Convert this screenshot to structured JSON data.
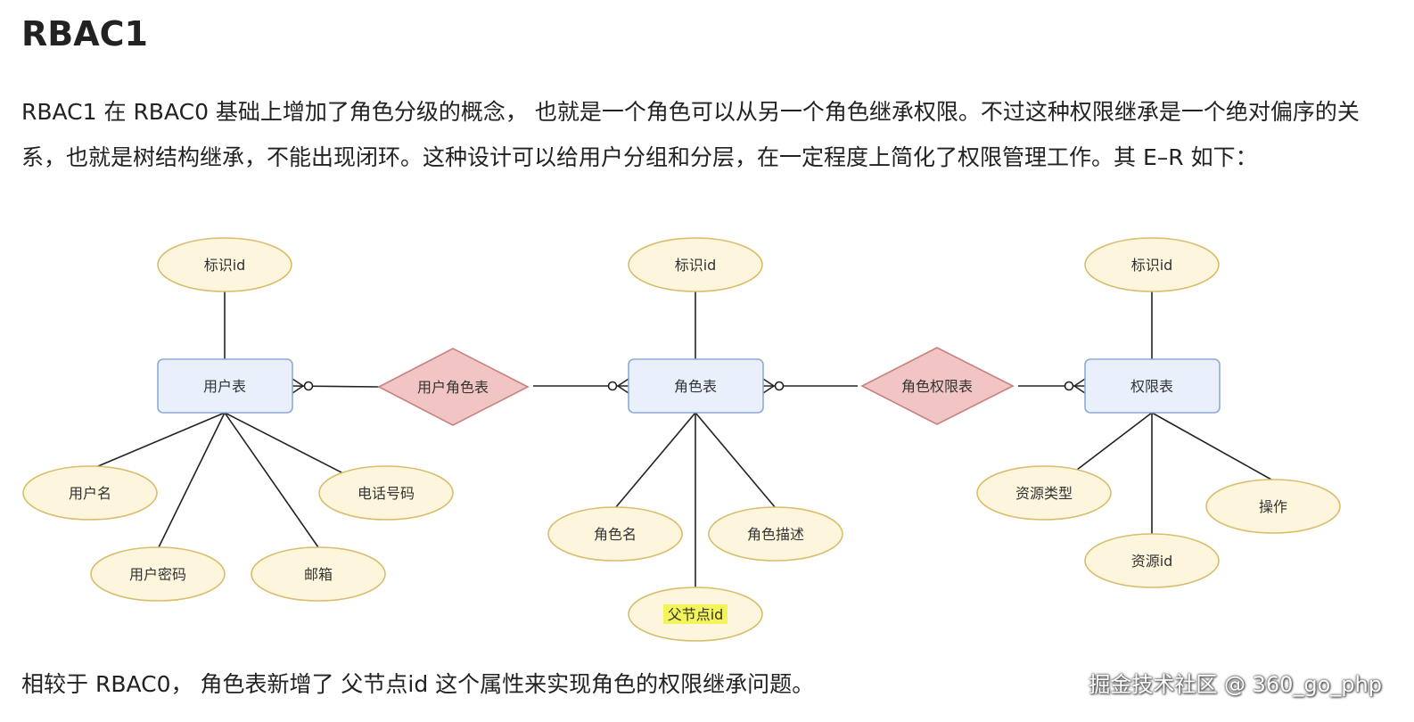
{
  "heading": "RBAC1",
  "intro": "RBAC1 在 RBAC0 基础上增加了角色分级的概念，  也就是一个角色可以从另一个角色继承权限。不过这种权限继承是一个绝对偏序的关系，也就是树结构继承，不能出现闭环。这种设计可以给用户分组和分层，在一定程度上简化了权限管理工作。其 E–R 如下：",
  "conclusion": "相较于 RBAC0， 角色表新增了 父节点id 这个属性来实现角色的权限继承问题。",
  "watermark": "掘金技术社区 @ 360_go_php",
  "colors": {
    "entity_fill": "#e9f0fc",
    "entity_stroke": "#8ea9d6",
    "relationship_fill": "#f2c5c5",
    "relationship_stroke": "#c88080",
    "attribute_fill": "#fdf6dd",
    "attribute_stroke": "#d8bd6c",
    "highlight": "#f3f35a",
    "line": "#222222"
  },
  "diagram": {
    "user": {
      "entity": "用户表",
      "id": "标识id",
      "name": "用户名",
      "password": "用户密码",
      "email": "邮箱",
      "phone": "电话号码"
    },
    "user_role": "用户角色表",
    "role": {
      "entity": "角色表",
      "id": "标识id",
      "name": "角色名",
      "description": "角色描述",
      "parent_id": "父节点id"
    },
    "role_permission": "角色权限表",
    "permission": {
      "entity": "权限表",
      "id": "标识id",
      "resource_type": "资源类型",
      "resource_id": "资源id",
      "operation": "操作"
    }
  }
}
